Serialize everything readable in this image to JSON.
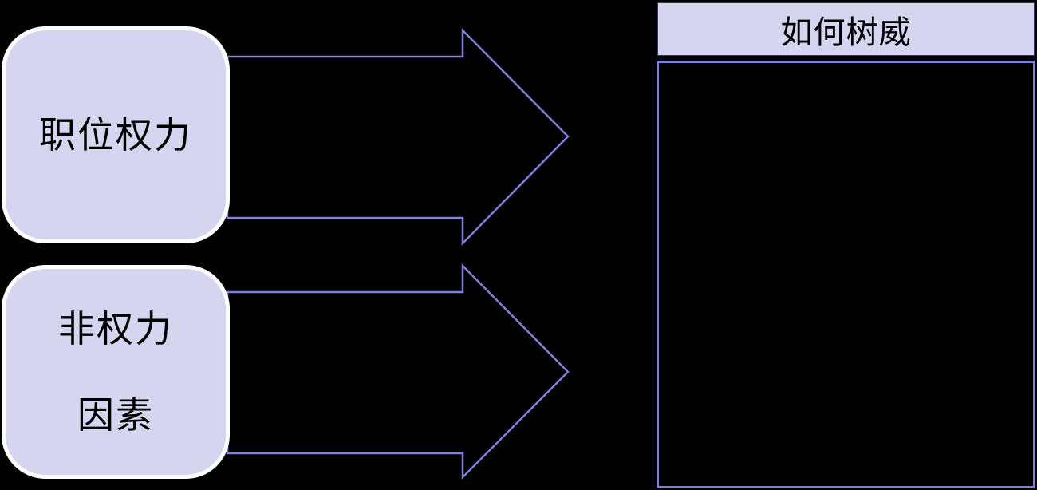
{
  "diagram": {
    "title": "",
    "left_nodes": [
      {
        "id": "position-power",
        "lines": [
          "职位权力"
        ]
      },
      {
        "id": "non-power-factors",
        "lines": [
          "非权力",
          "因素"
        ]
      }
    ],
    "right_panel": {
      "header": "如何树威",
      "body_content": ""
    },
    "relations": [
      {
        "from": "职位权力",
        "to": "如何树威"
      },
      {
        "from": "非权力因素",
        "to": "如何树威"
      }
    ]
  },
  "colors": {
    "background": "#000000",
    "box_fill": "#d5d5ef",
    "box_border": "#ffffff",
    "accent": "#8080d8",
    "text": "#000000",
    "header_border": "#34346a"
  }
}
